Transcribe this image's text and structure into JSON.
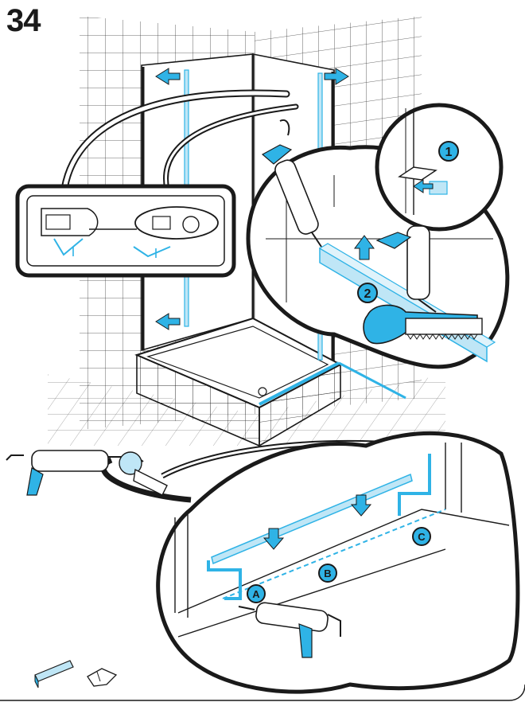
{
  "step": {
    "number": "34"
  },
  "callouts": {
    "one": "1",
    "two": "2",
    "a": "A",
    "b": "B",
    "c": "C"
  },
  "colors": {
    "accent": "#2fb3e6",
    "accent_light": "#bfe6f6",
    "line": "#1a1a1a",
    "paper": "#ffffff"
  },
  "icons": [
    "arrow-left-icon",
    "arrow-right-icon",
    "arrow-up-icon",
    "arrow-down-icon",
    "sealant-gun-icon",
    "saw-icon",
    "profile-strip-icon",
    "end-cap-icon"
  ]
}
